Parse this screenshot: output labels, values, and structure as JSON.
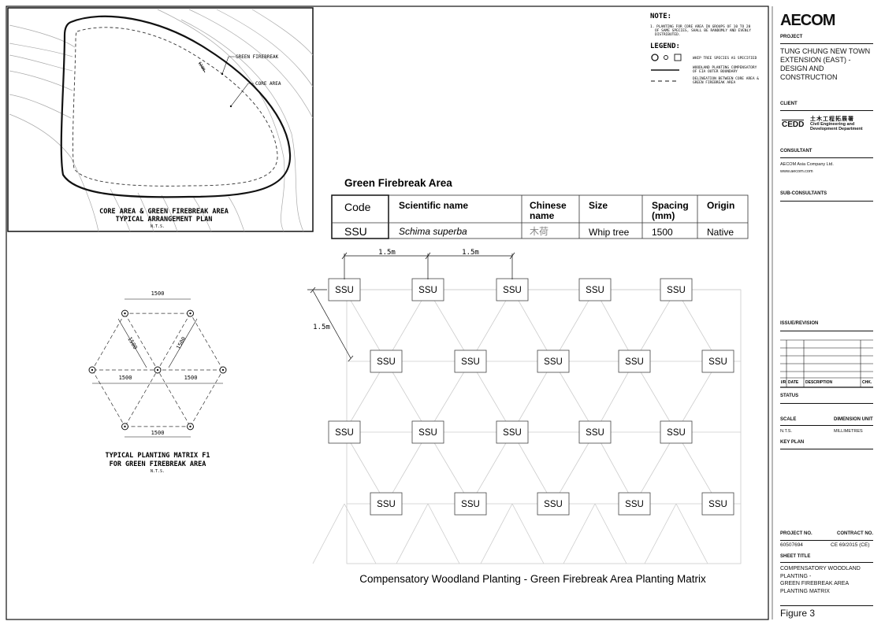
{
  "notes": {
    "note_title": "NOTE:",
    "note_1": "1. PLANTING FOR CORE AREA IN GROUPS OF 10 TO 20",
    "note_1b": "OF SAME SPECIES, SHALL BE RANDOMLY AND EVENLY",
    "note_1c": "DISTRIBUTED.",
    "legend_title": "LEGEND:",
    "legend": [
      {
        "symbol": "circle-circle-square",
        "label": "WHIP TREE SPECIES AS SPECIFIED"
      },
      {
        "symbol": "solid-line",
        "label": "WOODLAND PLANTING COMPENSATORY",
        "label2": "OF EIA OUTER BOUNDARY"
      },
      {
        "symbol": "dashed-line",
        "label": "DELINEATION BETWEEN CORE AREA &",
        "label2": "GREEN FIREBREAK AREA"
      }
    ]
  },
  "plan": {
    "title_1": "CORE AREA & GREEN FIREBREAK AREA",
    "title_2": "TYPICAL ARRANGEMENT PLAN",
    "scale": "N.T.S.",
    "label_firebreak": "GREEN FIREBREAK",
    "label_core": "CORE AREA",
    "dim": "120M"
  },
  "matrix_f1": {
    "title_1": "TYPICAL PLANTING MATRIX F1",
    "title_2": "FOR GREEN FIREBREAK AREA",
    "scale": "N.T.S.",
    "dim": "1500"
  },
  "species_table": {
    "title": "Green Firebreak Area",
    "headers": [
      "Code",
      "Scientific name",
      "Chinese name",
      "Size",
      "Spacing (mm)",
      "Origin"
    ],
    "headers_line2": [
      "",
      "",
      "name",
      "",
      "(mm)",
      ""
    ],
    "headers_line1": [
      "Code",
      "Scientific name",
      "Chinese",
      "Size",
      "Spacing",
      "Origin"
    ],
    "row": [
      "SSU",
      "Schima superba",
      "木荷",
      "Whip tree",
      "1500",
      "Native"
    ]
  },
  "planting_matrix": {
    "code": "SSU",
    "dim_spacing": "1.5m",
    "caption": "Compensatory Woodland Planting - Green Firebreak Area Planting Matrix"
  },
  "title_block": {
    "logo": "AECOM",
    "project_label": "PROJECT",
    "project": [
      "TUNG CHUNG NEW TOWN",
      "EXTENSION (EAST) -",
      "DESIGN AND",
      "CONSTRUCTION"
    ],
    "client_label": "CLIENT",
    "client_logo": "CEDD",
    "client_name_cn": "土木工程拓展署",
    "client_name": [
      "Civil Engineering and",
      "Development Department"
    ],
    "consultant_label": "CONSULTANT",
    "consultant": [
      "AECOM Asia Company Ltd.",
      "www.aecom.com"
    ],
    "subconsultants_label": "SUB-CONSULTANTS",
    "issue_label": "ISSUE/REVISION",
    "issue_cols": [
      "I/R",
      "DATE",
      "DESCRIPTION",
      "CHK."
    ],
    "status_label": "STATUS",
    "scale_label": "SCALE",
    "scale": "N.T.S.",
    "dim_unit_label": "DIMENSION UNIT",
    "dim_unit": "MILLIMETRES",
    "key_plan_label": "KEY PLAN",
    "project_no_label": "PROJECT NO.",
    "project_no": "60507694",
    "contract_no_label": "CONTRACT NO.",
    "contract_no": "CE 69/2015 (CE)",
    "sheet_title_label": "SHEET TITLE",
    "sheet_title": [
      "COMPENSATORY WOODLAND",
      "PLANTING -",
      "GREEN FIREBREAK AREA",
      "PLANTING MATRIX"
    ],
    "figure": "Figure 3"
  }
}
